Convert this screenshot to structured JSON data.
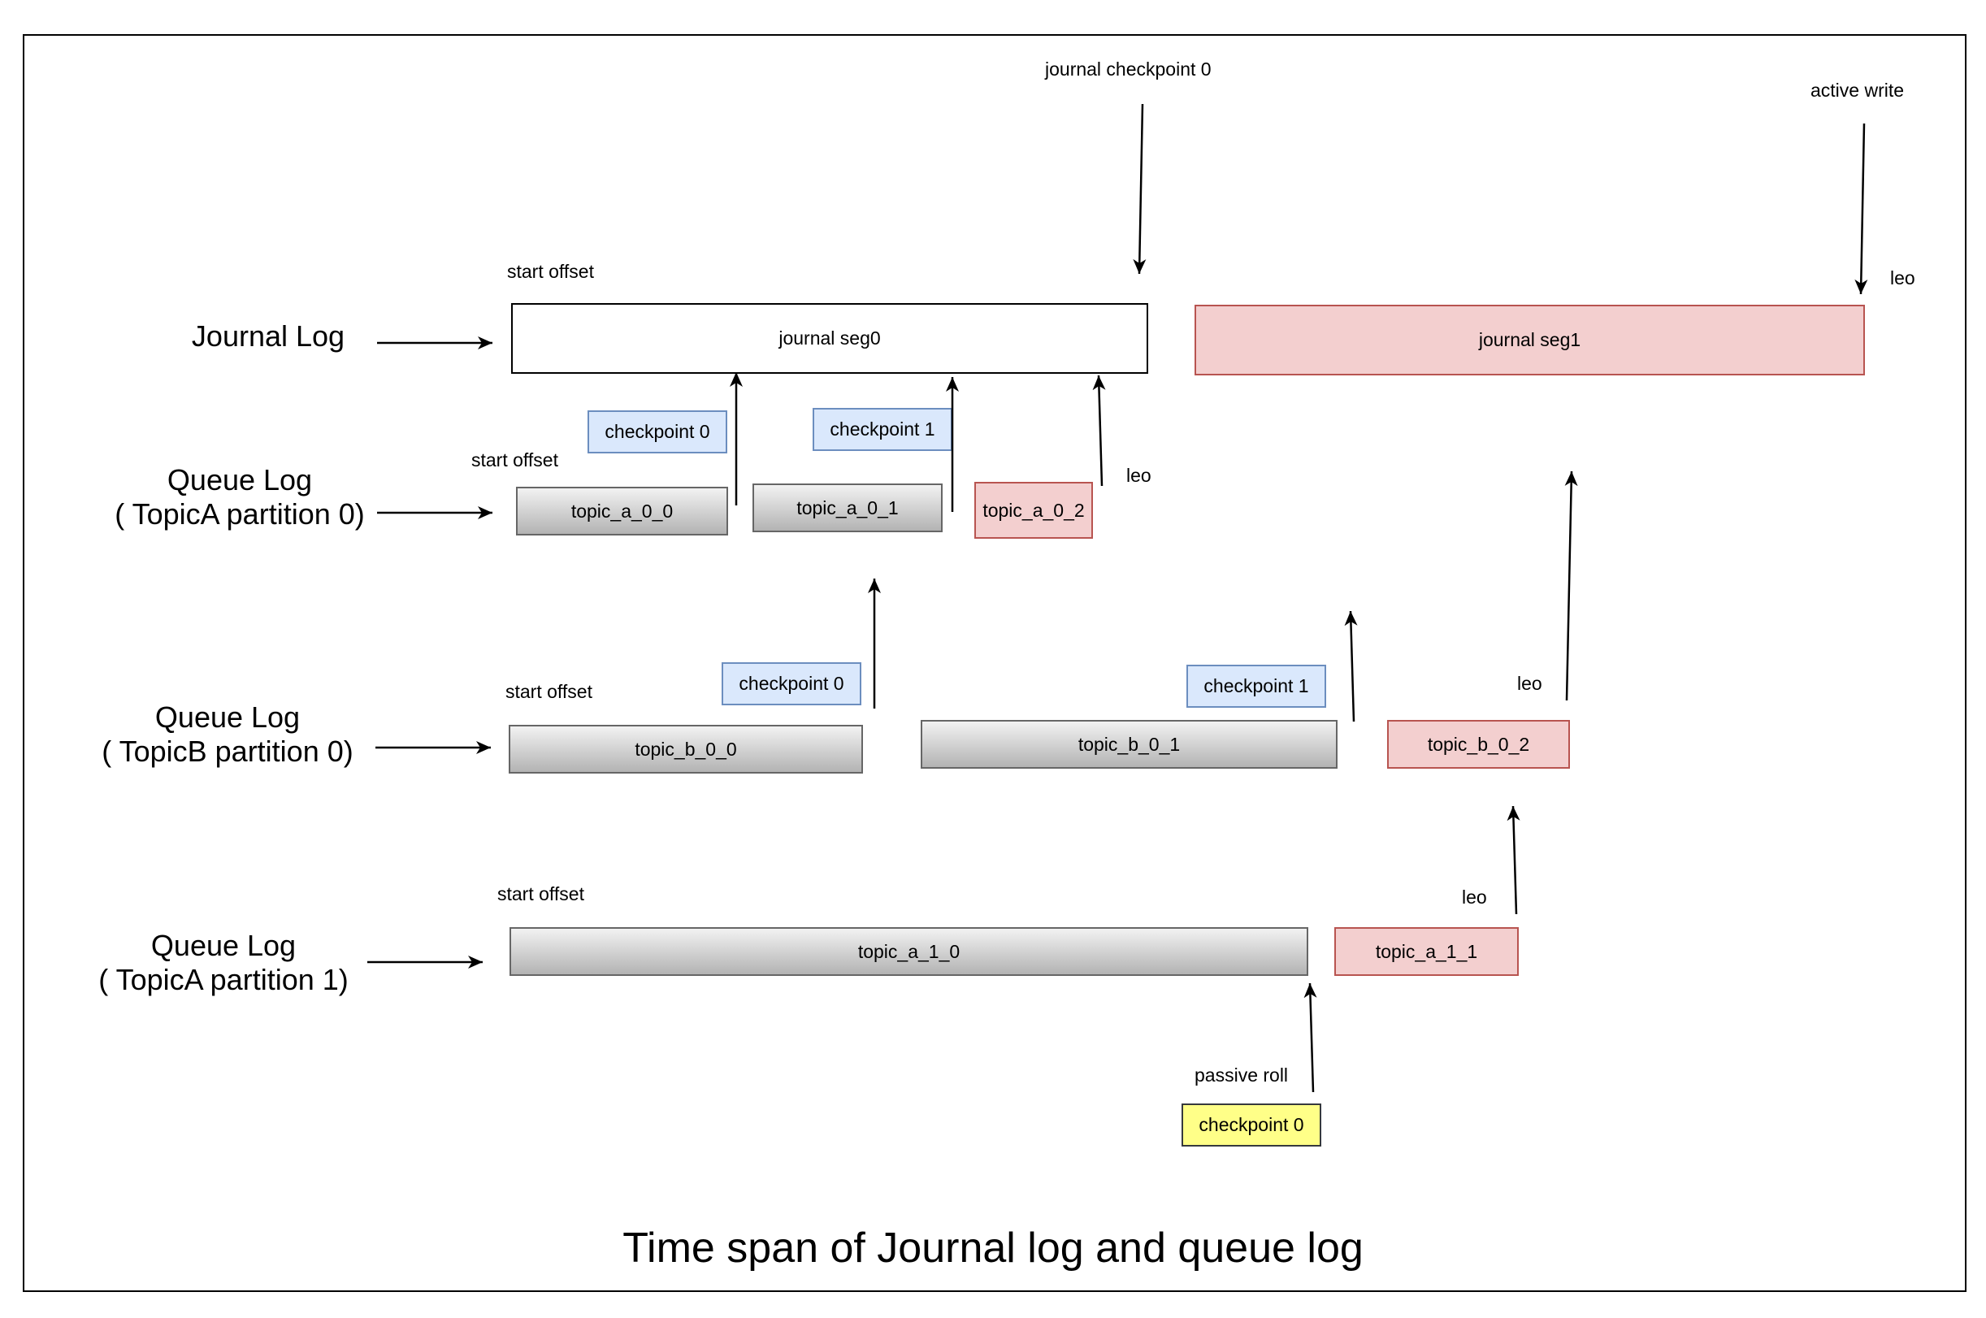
{
  "rows": {
    "journal": {
      "line1": "Journal Log",
      "line2": ""
    },
    "topicA_p0": {
      "line1": "Queue Log",
      "line2": "( TopicA partition 0)"
    },
    "topicB_p0": {
      "line1": "Queue Log",
      "line2": "( TopicB partition 0)"
    },
    "topicA_p1": {
      "line1": "Queue Log",
      "line2": "( TopicA partition 1)"
    }
  },
  "segments": {
    "journal_seg0": "journal seg0",
    "journal_seg1": "journal seg1",
    "topic_a_0_0": "topic_a_0_0",
    "topic_a_0_1": "topic_a_0_1",
    "topic_a_0_2": "topic_a_0_2",
    "topic_b_0_0": "topic_b_0_0",
    "topic_b_0_1": "topic_b_0_1",
    "topic_b_0_2": "topic_b_0_2",
    "topic_a_1_0": "topic_a_1_0",
    "topic_a_1_1": "topic_a_1_1"
  },
  "checkpoints": {
    "a0_cp0": "checkpoint 0",
    "a0_cp1": "checkpoint 1",
    "b0_cp0": "checkpoint 0",
    "b0_cp1": "checkpoint 1",
    "a1_cp0": "checkpoint 0"
  },
  "labels": {
    "journal_checkpoint": "journal  checkpoint 0",
    "active_write": "active write",
    "start_offset_journal": "start offset",
    "start_offset_a0": "start offset",
    "start_offset_b0": "start offset",
    "start_offset_a1": "start offset",
    "leo_journal": "leo",
    "leo_a0": "leo",
    "leo_b0": "leo",
    "leo_a1": "leo",
    "passive_roll": "passive roll"
  },
  "title": "Time span of Journal log and queue log",
  "colors": {
    "active_fill": "#f3cfcf",
    "active_stroke": "#b85450",
    "checkpoint_fill": "#dae8fc",
    "checkpoint_stroke": "#6c8ebf",
    "passive_fill": "#ffff88",
    "segment_gradient_top": "#f2f2f2",
    "segment_gradient_bottom": "#b3b3b3"
  }
}
